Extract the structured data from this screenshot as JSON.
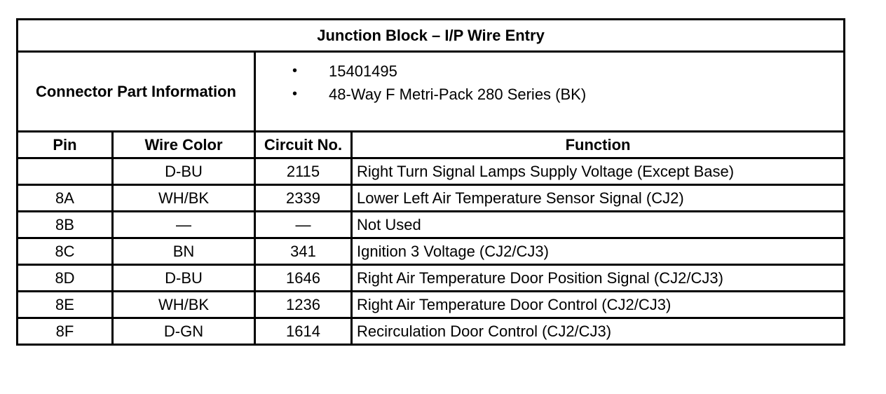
{
  "table": {
    "title": "Junction Block – I/P Wire Entry",
    "connector_label": "Connector Part Information",
    "connector_info": [
      "15401495",
      "48-Way F Metri-Pack 280 Series (BK)"
    ],
    "bullet": "•",
    "headers": {
      "pin": "Pin",
      "wire_color": "Wire Color",
      "circuit": "Circuit No.",
      "function": "Function"
    },
    "rows": [
      {
        "pin": "",
        "wire": "D-BU",
        "circuit": "2115",
        "function": "Right Turn Signal Lamps Supply Voltage (Except Base)"
      },
      {
        "pin": "8A",
        "wire": "WH/BK",
        "circuit": "2339",
        "function": "Lower Left Air Temperature Sensor Signal (CJ2)"
      },
      {
        "pin": "8B",
        "wire": "—",
        "circuit": "—",
        "function": "Not Used"
      },
      {
        "pin": "8C",
        "wire": "BN",
        "circuit": "341",
        "function": "Ignition 3 Voltage (CJ2/CJ3)"
      },
      {
        "pin": "8D",
        "wire": "D-BU",
        "circuit": "1646",
        "function": "Right Air Temperature Door Position Signal (CJ2/CJ3)"
      },
      {
        "pin": "8E",
        "wire": "WH/BK",
        "circuit": "1236",
        "function": "Right Air Temperature Door Control (CJ2/CJ3)"
      },
      {
        "pin": "8F",
        "wire": "D-GN",
        "circuit": "1614",
        "function": "Recirculation Door Control (CJ2/CJ3)"
      }
    ]
  }
}
